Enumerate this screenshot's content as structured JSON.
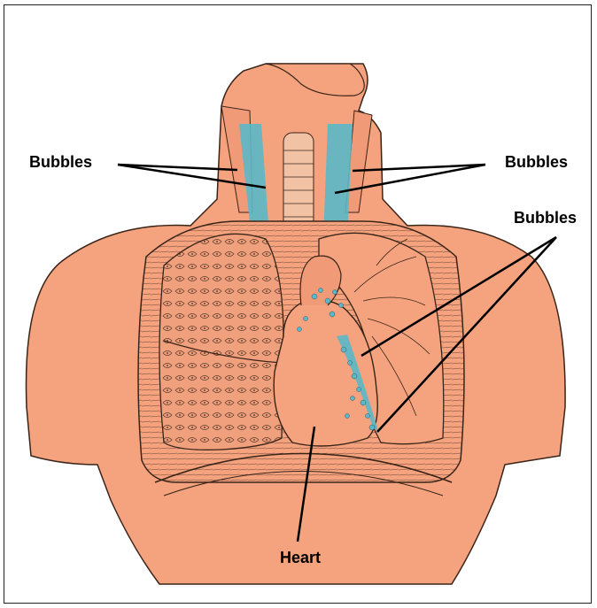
{
  "labels": {
    "bubbles_left": "Bubbles",
    "bubbles_right": "Bubbles",
    "bubbles_lower_right": "Bubbles",
    "heart": "Heart"
  },
  "colors": {
    "skin": "#f4a37e",
    "bubbles": "#5bb8c8",
    "ink": "#2a1a12",
    "lung_shade": "#c98a6c"
  }
}
